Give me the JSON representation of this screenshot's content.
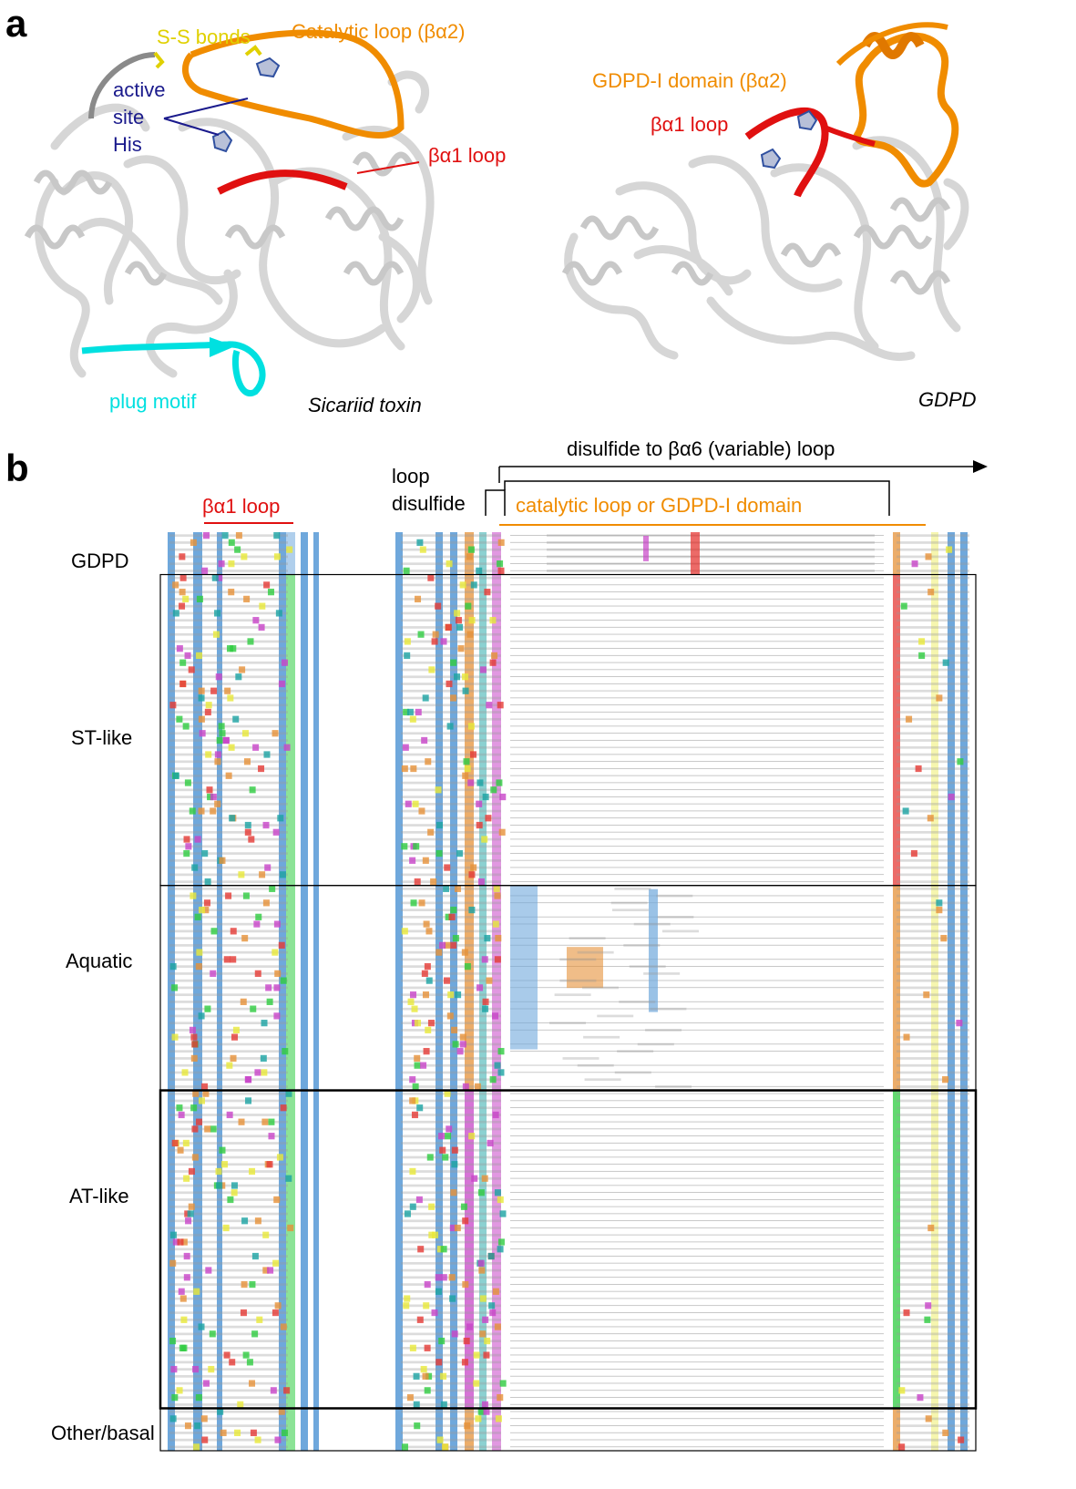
{
  "panel_a": {
    "letter": "a",
    "labels": {
      "ss_bonds": "S-S bonds",
      "catalytic_loop": "Catalytic loop (βα2)",
      "active": "active",
      "site": "site",
      "his": "His",
      "beta_alpha1_loop": "βα1 loop",
      "plug_motif": "plug motif",
      "sicariid_toxin": "Sicariid toxin",
      "gdpd_domain": "GDPD-I domain (βα2)",
      "beta_alpha1_loop_right": "βα1 loop",
      "gdpd": "GDPD"
    },
    "colors": {
      "ss_bonds": "#e0d000",
      "catalytic": "#f08c00",
      "active_site": "#1a1a8c",
      "beta_alpha1": "#e01010",
      "plug": "#00e0e0",
      "ribbon": "#d8d8d8"
    }
  },
  "panel_b": {
    "letter": "b",
    "header": {
      "beta_alpha1_loop": "βα1 loop",
      "loop": "loop",
      "disulfide": "disulfide",
      "catalytic_or_gdpd": "catalytic loop or GDPD-I domain",
      "disulfide_to_loop": "disulfide to βα6 (variable) loop"
    },
    "groups": [
      {
        "name": "GDPD",
        "rows": 6
      },
      {
        "name": "ST-like",
        "rows": 44
      },
      {
        "name": "Aquatic",
        "rows": 29
      },
      {
        "name": "AT-like",
        "rows": 45
      },
      {
        "name": "Other/basal",
        "rows": 6
      }
    ],
    "colors": {
      "blue": "#6fa8dc",
      "green": "#2ecc40",
      "orange": "#e69138",
      "red": "#e53935",
      "magenta": "#c844c8",
      "teal": "#1aa3a3",
      "yellow": "#e8e838",
      "gray": "#b0b0b0"
    }
  }
}
